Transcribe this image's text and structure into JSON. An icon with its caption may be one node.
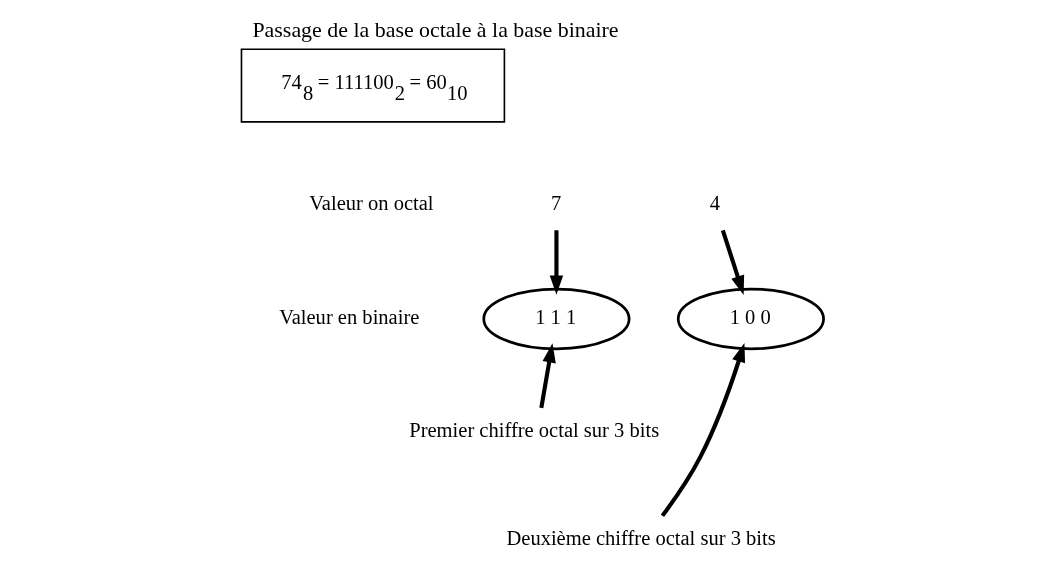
{
  "diagram": {
    "title": "Passage de la base octale à la base binaire",
    "nodes": [
      {
        "text": [
          "74$_{8}$ = 111100$_{2}$ = 60$_{10}$"
        ]
      },
      {
        "text": [
          "7"
        ]
      },
      {
        "text": [
          "4"
        ]
      },
      {
        "text": [
          "1 1 1"
        ]
      },
      {
        "text": [
          "1 0 0"
        ]
      },
      {
        "text": [
          "Premier chiffre octal sur 3 bits"
        ]
      },
      {
        "text": [
          "Deuxième chiffre octal sur 3 bits"
        ]
      }
    ],
    "edges": [
      {
        "from": 1,
        "to": 3,
        "arrow": "to"
      },
      {
        "from": 2,
        "to": 4,
        "arrow": "to"
      },
      {
        "from": 5,
        "to": 3,
        "arrow": "to"
      },
      {
        "from": 6,
        "to": 4,
        "arrow": "to"
      }
    ],
    "labels": [
      "Valeur on octal",
      "Valeur en binaire"
    ]
  }
}
